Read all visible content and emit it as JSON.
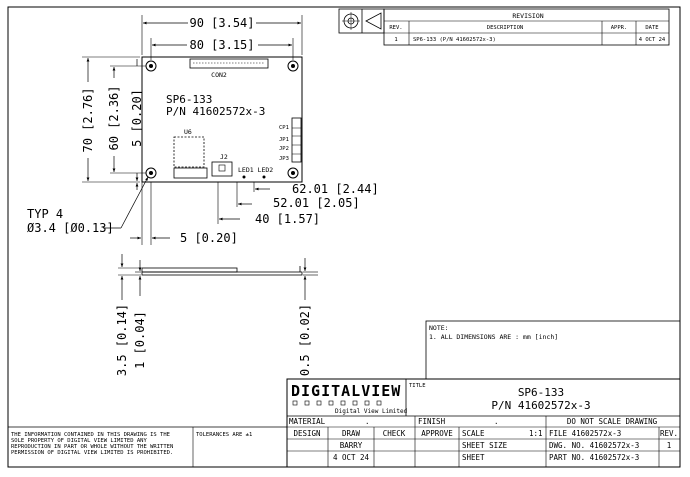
{
  "revision": {
    "header": "REVISION",
    "columns": {
      "rev": "REV.",
      "description": "DESCRIPTION",
      "appr": "APPR.",
      "date": "DATE"
    },
    "rows": [
      {
        "rev": "1",
        "description": "SP6-133 (P/N 41602572x-3)",
        "appr": "",
        "date": "4 OCT 24"
      }
    ]
  },
  "board": {
    "model": "SP6-133",
    "part_number": "P/N 41602572x-3",
    "connector_top": "CON2",
    "chip": "U6",
    "jumper": "J2",
    "leds": "LED1 LED2",
    "jumpers_side": [
      "CP1",
      "JP1",
      "JP2",
      "JP3"
    ]
  },
  "dimensions": {
    "overall_width": "90 [3.54]",
    "hole_spacing_x": "80 [3.15]",
    "overall_height": "70 [2.76]",
    "hole_spacing_y": "60 [2.36]",
    "hole_inset_y": "5 [0.20]",
    "hole_inset_x": "5 [0.20]",
    "connector_offset_1": "62.01 [2.44]",
    "connector_offset_2": "52.01 [2.05]",
    "led_offset": "40 [1.57]",
    "hole_note_1": "TYP 4",
    "hole_note_2": "Ø3.4 [Ø0.13]",
    "side_height_1": "3.5 [0.14]",
    "side_height_2": "1 [0.04]",
    "side_thickness": "0.5 [0.02]"
  },
  "notes": {
    "label": "NOTE:",
    "line1": "1. ALL DIMENSIONS ARE : mm [inch]"
  },
  "title_block": {
    "logo": "DIGITALVIEW",
    "logo_sub": "Digital View Limited",
    "title_label": "TITLE",
    "title_1": "SP6-133",
    "title_2": "P/N 41602572x-3",
    "material_label": "MATERIAL",
    "material_value": ".",
    "finish_label": "FINISH",
    "finish_value": ".",
    "do_not_scale": "DO NOT SCALE DRAWING",
    "design": "DESIGN",
    "draw": "DRAW",
    "check": "CHECK",
    "approve": "APPROVE",
    "scale_label": "SCALE",
    "scale_value": "1:1",
    "file": "FILE 41602572x-3",
    "rev_label": "REV.",
    "drawn_by": "BARRY",
    "sheet_size": "SHEET SIZE",
    "dwg_no": "DWG. NO. 41602572x-3",
    "rev_value": "1",
    "date": "4 OCT 24",
    "sheet": "SHEET",
    "part_no": "PART NO. 41602572x-3",
    "tolerance": "TOLERANCES ARE ±1",
    "disclaimer": [
      "THE INFORMATION CONTAINED IN THIS DRAWING IS THE",
      "SOLE PROPERTY OF DIGITAL VIEW LIMITED ANY",
      "REPRODUCTION IN PART OR WHOLE WITHOUT THE WRITTEN",
      "PERMISSION OF DIGITAL VIEW LIMITED IS PROHIBITED."
    ]
  }
}
